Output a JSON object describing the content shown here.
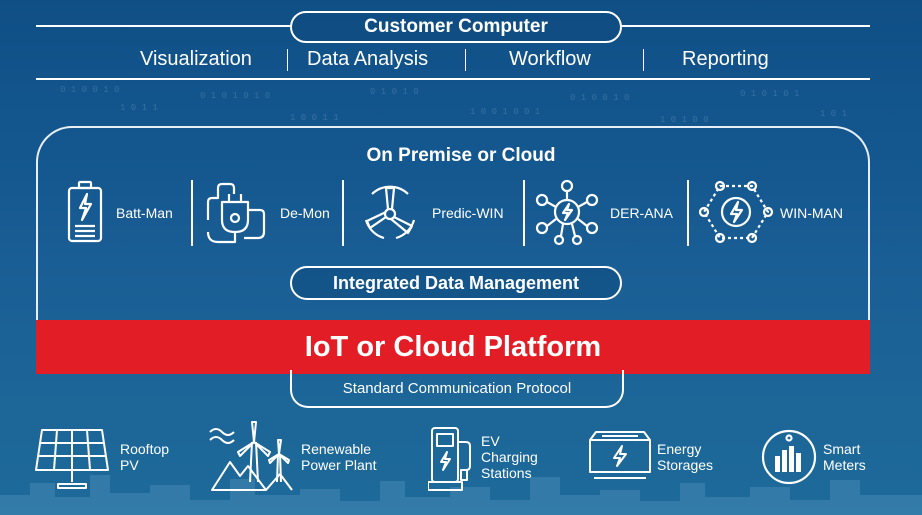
{
  "header": {
    "title": "Customer Computer",
    "menu": [
      "Visualization",
      "Data Analysis",
      "Workflow",
      "Reporting"
    ]
  },
  "cloud": {
    "title": "On Premise or Cloud",
    "modules": [
      {
        "label": "Batt-Man",
        "icon": "battery-icon"
      },
      {
        "label": "De-Mon",
        "icon": "plug-icon"
      },
      {
        "label": "Predic-WIN",
        "icon": "wind-turbine-icon"
      },
      {
        "label": "DER-ANA",
        "icon": "energy-network-icon"
      },
      {
        "label": "WIN-MAN",
        "icon": "energy-hexagon-icon"
      }
    ]
  },
  "integrated": {
    "label": "Integrated Data Management"
  },
  "platform": {
    "label": "IoT or Cloud Platform",
    "color": "#e31d25"
  },
  "protocol": {
    "label": "Standard Communication Protocol"
  },
  "devices": [
    {
      "lines": [
        "Rooftop",
        "PV"
      ],
      "icon": "solar-panel-icon"
    },
    {
      "lines": [
        "Renewable",
        "Power Plant"
      ],
      "icon": "wind-farm-icon"
    },
    {
      "lines": [
        "EV",
        "Charging",
        "Stations"
      ],
      "icon": "ev-charger-icon"
    },
    {
      "lines": [
        "Energy",
        "Storages"
      ],
      "icon": "energy-storage-icon"
    },
    {
      "lines": [
        "Smart",
        "Meters"
      ],
      "icon": "smart-meter-icon"
    }
  ]
}
